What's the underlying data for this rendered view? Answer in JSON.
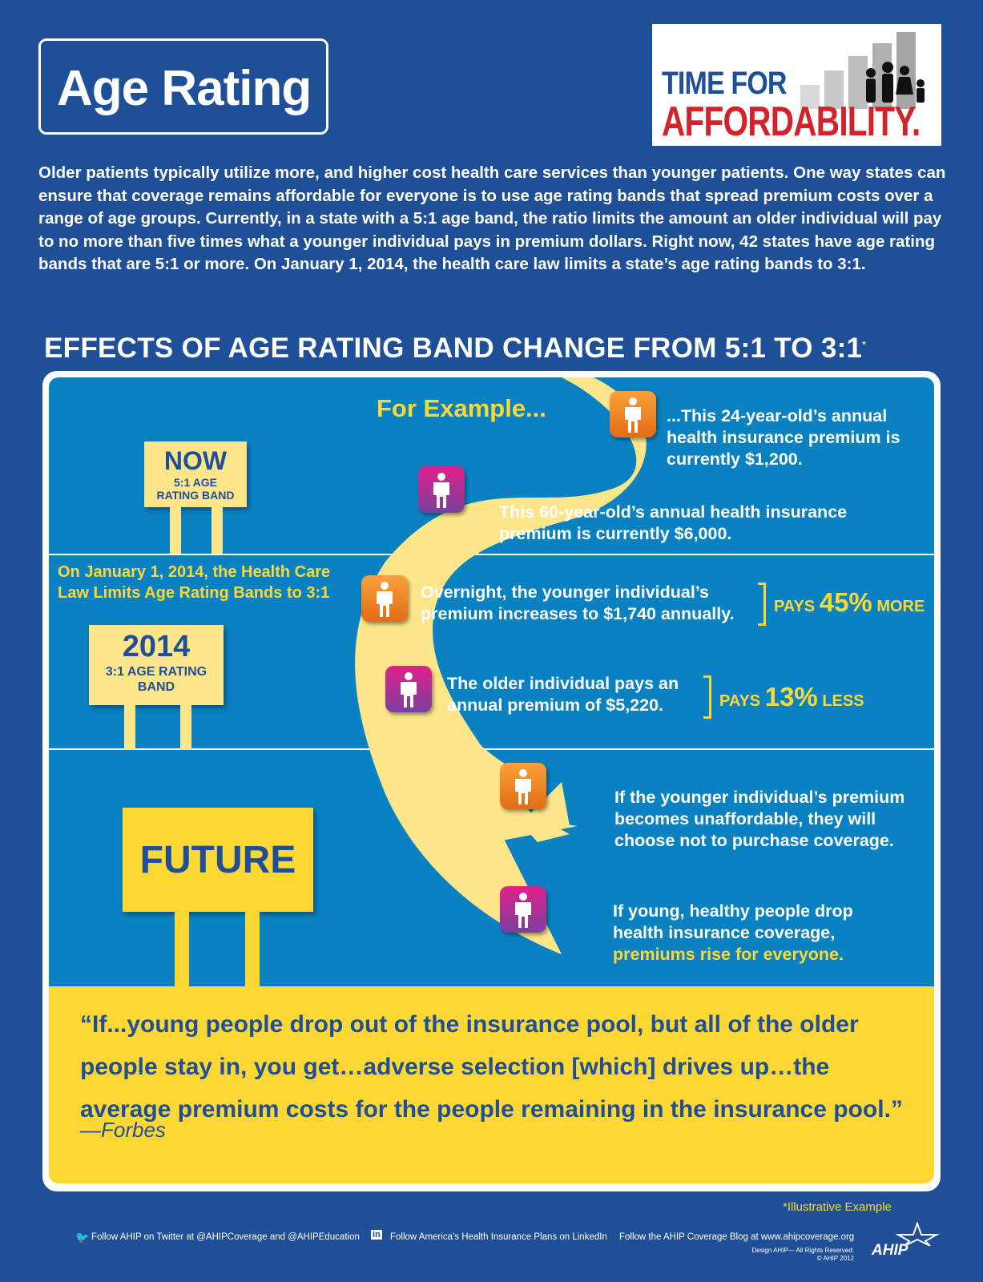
{
  "title": "Age Rating",
  "logo": {
    "line1": "TIME FOR",
    "line2": "AFFORDABILITY."
  },
  "intro": "Older patients typically utilize more, and higher cost health care services than younger patients. One way states can ensure that coverage remains affordable for everyone is to use age rating bands that spread premium costs over a range of age groups.  Currently, in a state with a 5:1 age band, the ratio limits the amount an older individual will pay to no more than five times what a younger individual pays in premium dollars. Right now, 42 states have age rating bands that are 5:1 or more. On January 1, 2014, the health care law limits a state’s age rating bands to 3:1.",
  "heading": "EFFECTS OF AGE RATING BAND CHANGE FROM 5:1 TO 3:1",
  "heading_mark": "*",
  "for_example": "For Example...",
  "now_sign": {
    "title": "NOW",
    "sub": "5:1 AGE RATING BAND"
  },
  "sign_2014": {
    "title": "2014",
    "sub": "3:1 AGE RATING BAND"
  },
  "future_sign": "FUTURE",
  "law_note": "On January 1, 2014, the Health Care Law Limits Age Rating Bands to 3:1",
  "young_now": "...This 24-year-old’s annual health insurance premium is currently $1,200.",
  "old_now": "This 60-year-old’s annual health insurance premium is currently $6,000.",
  "young_2014": "Overnight, the younger individual’s premium increases to $1,740 annually.",
  "old_2014": "The older individual pays an annual premium of $5,220.",
  "pays_more": {
    "pre": "PAYS",
    "pct": "45%",
    "post": "MORE"
  },
  "pays_less": {
    "pre": "PAYS",
    "pct": "13%",
    "post": "LESS"
  },
  "future_young": "If the younger individual’s premium becomes unaffordable, they will choose not to purchase coverage.",
  "future_drop": "If young, healthy people drop health insurance coverage,",
  "future_rise": "premiums rise for everyone.",
  "quote": "“If...young people drop out of the insurance pool, but all of the older people stay in, you get…adverse selection [which] drives up…the average premium costs for the people remaining in the insurance pool.”",
  "quote_source": "—Forbes",
  "illustrative": "*Illustrative Example",
  "footer": {
    "twitter": "Follow AHIP on Twitter at @AHIPCoverage and @AHIPEducation",
    "linkedin": "Follow America’s Health Insurance Plans on LinkedIn",
    "blog": "Follow the AHIP Coverage Blog at www.ahipcoverage.org",
    "design": "Design AHIP— All Rights Reserved:",
    "copyright": "© AHIP 2012",
    "brand": "AHIP"
  },
  "colors": {
    "navy": "#1f4f96",
    "band_blue": "#0a82c2",
    "yellow": "#fdd835",
    "sign": "#fde68a",
    "orange": "#e36c14",
    "magenta": "#e0218a",
    "red": "#d2232a"
  }
}
